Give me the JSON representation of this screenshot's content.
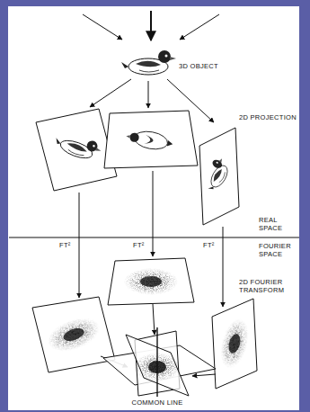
{
  "diagram": {
    "labels": [
      "3D OBJECT",
      "2D PROJECTION",
      "REAL SPACE",
      "FOURIER SPACE",
      "FT²",
      "FT²",
      "FT²",
      "2D FOURIER TRANSFORM",
      "COMMON LINE"
    ]
  }
}
